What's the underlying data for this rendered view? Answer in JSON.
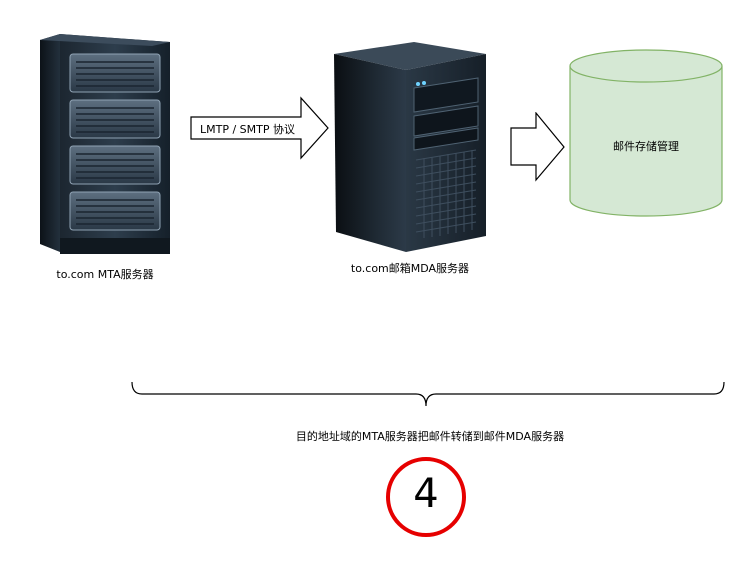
{
  "nodes": {
    "mta_server": {
      "label": "to.com  MTA服务器"
    },
    "mda_server": {
      "label": "to.com邮箱MDA服务器"
    },
    "storage": {
      "label": "邮件存储管理"
    }
  },
  "edges": {
    "protocol_arrow": {
      "label": "LMTP / SMTP 协议"
    }
  },
  "annotation": {
    "brace_caption": "目的地址域的MTA服务器把邮件转储到邮件MDA服务器",
    "step_number": "4"
  },
  "colors": {
    "storage_fill": "#d5e8d4",
    "storage_stroke": "#82b366",
    "step_circle": "#e60000"
  }
}
